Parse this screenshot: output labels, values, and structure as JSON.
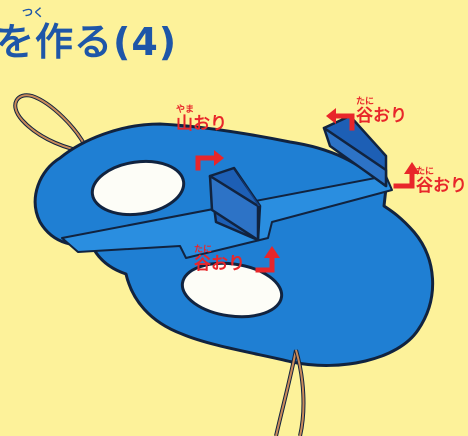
{
  "title": {
    "text": "を作る(4)",
    "ruby": "つく"
  },
  "labels": {
    "yama_ori": {
      "text": "山おり",
      "ruby": "やま"
    },
    "tani_ori_top": {
      "text": "谷おり",
      "ruby": "たに"
    },
    "tani_ori_right": {
      "text": "谷おり",
      "ruby": "たに"
    },
    "tani_ori_center": {
      "text": "谷おり",
      "ruby": "たに"
    }
  },
  "colors": {
    "background": "#fdf29a",
    "mask_blue": "#1f7fd3",
    "mask_dark": "#0d5aa8",
    "outline": "#11233f",
    "strap": "#c98a5a",
    "arrow_red": "#e8262a",
    "title_blue": "#1e56a8"
  }
}
